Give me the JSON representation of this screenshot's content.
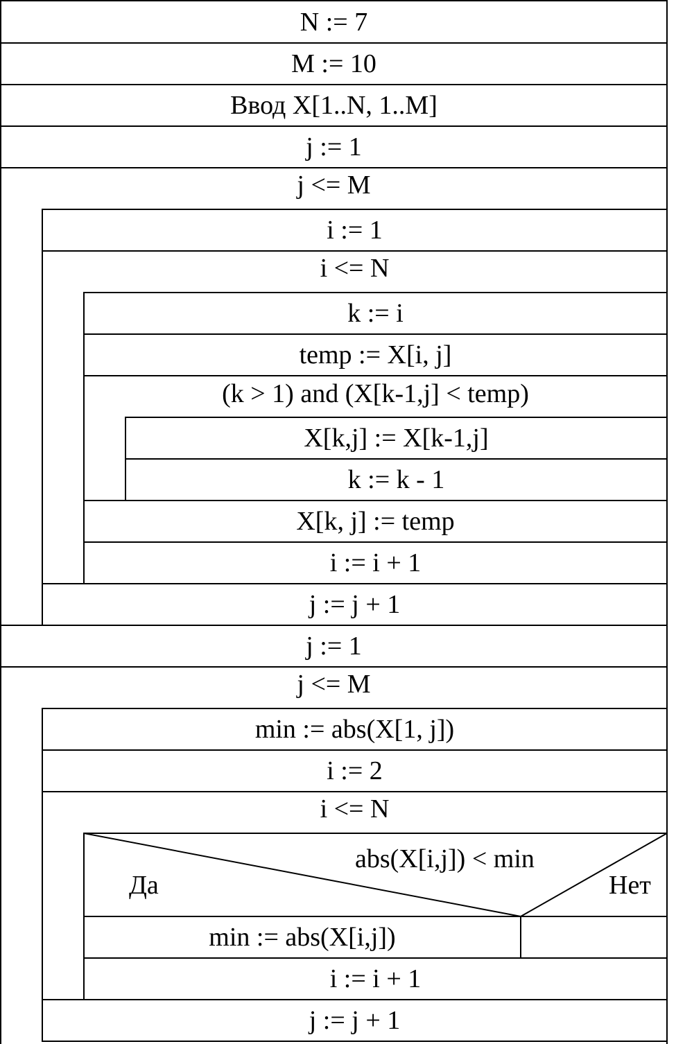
{
  "diagram": {
    "steps": {
      "n_assign": "N := 7",
      "m_assign": "M := 10",
      "input": "Ввод X[1..N, 1..M]",
      "j_init_1": "j := 1",
      "loop_j_1": "j <= M",
      "i_init_1": "i := 1",
      "loop_i_1": "i <= N",
      "k_assign": "k := i",
      "temp_assign": "temp := X[i, j]",
      "loop_k": "(k > 1) and (X[k-1,j] < temp)",
      "shift_assign": "X[k,j] := X[k-1,j]",
      "k_decrement": "k := k - 1",
      "insert_assign": "X[k, j] := temp",
      "i_increment_1": "i := i + 1",
      "j_increment_1": "j := j + 1",
      "j_init_2": "j := 1",
      "loop_j_2": "j <= M",
      "min_init": "min := abs(X[1, j])",
      "i_init_2": "i := 2",
      "loop_i_2": "i <= N",
      "condition": "abs(X[i,j]) < min",
      "yes_label": "Да",
      "no_label": "Нет",
      "min_update": "min := abs(X[i,j])",
      "i_increment_2": "i := i + 1",
      "j_increment_2": "j := j + 1"
    }
  }
}
